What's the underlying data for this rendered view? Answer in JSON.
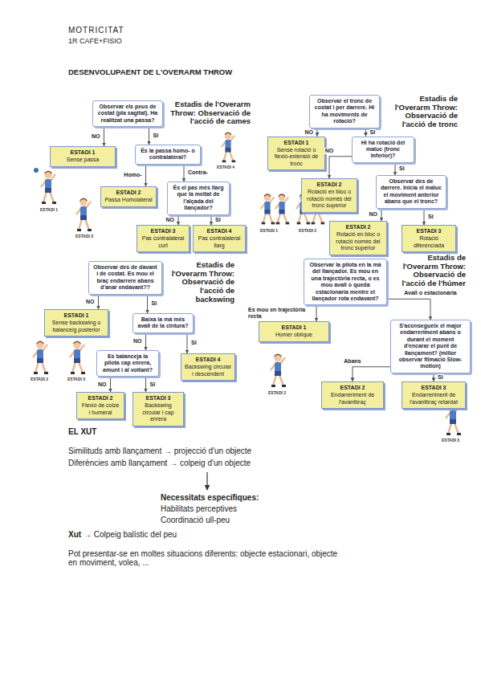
{
  "diagram": {
    "title": "DESENVOLUPAENT DE L'OVERARM THROW",
    "nodes": [
      {
        "text": [
          "Observar els peus de costat (pla sagital). Ha realitzat una passa?"
        ]
      },
      {
        "text": [
          "ESTADI 1",
          "Sense passa"
        ]
      },
      {
        "text": [
          "És la passa homo- o contralateral?"
        ]
      },
      {
        "text": [
          "ESTADI 2",
          "Passa Homolateral"
        ]
      },
      {
        "text": [
          "És el pas més llarg que la meitat de l'alçada del llançador?"
        ]
      },
      {
        "text": [
          "ESTADI 3",
          "Pas contralateral curt"
        ]
      },
      {
        "text": [
          "ESTADI 4",
          "Pas contralateral llarg"
        ]
      },
      {
        "text": [
          "Observar el tronc de costat i per darrere. Hi ha moviments de rotació?"
        ]
      },
      {
        "text": [
          "ESTADI 1",
          "Sense rotació o flexió-extensió de tronc"
        ]
      },
      {
        "text": [
          "Hi ha rotació del maluc (tronc inferior)?"
        ]
      },
      {
        "text": [
          "ESTADI 2",
          "Rotació en bloc o rotació només del tronc superior"
        ]
      },
      {
        "text": [
          "Observar des de darrere. Inicia el maluc el moviment anterior abans que el tronc?"
        ]
      },
      {
        "text": [
          "ESTADI 2",
          "Rotació en bloc o rotació només del tronc superior"
        ]
      },
      {
        "text": [
          "ESTADI 3",
          "Rotació diferenciada"
        ]
      },
      {
        "text": [
          "Observar des de davant i de costat. Es mou el braç endarrere abans d'anar endavant??"
        ]
      },
      {
        "text": [
          "ESTADI 1",
          "Sense backswing o balanceig posterior"
        ]
      },
      {
        "text": [
          "Baixa la mà més avall de la cintura?"
        ]
      },
      {
        "text": [
          "Es balanceja la pilota cap enrera, amunt i al voltant?"
        ]
      },
      {
        "text": [
          "ESTADI 4",
          "Backswing circular i descendent"
        ]
      },
      {
        "text": [
          "ESTADI 2",
          "Flexió de colze i humeral"
        ]
      },
      {
        "text": [
          "ESTADI 3",
          "Backswing circular i cap enrera"
        ]
      },
      {
        "text": [
          "Observar la pilota en la mà del llançador. Es mou en una trajectòria recta, o es mou avall o queda estacionaria mentre el llançador rota endavant?"
        ]
      },
      {
        "text": [
          "ESTADI 1",
          "Húmer oblíque"
        ]
      },
      {
        "text": [
          "S'aconsegueix el major endarreriment abans o durant el moment d'encarar el punt de llançament? (millor observar filmació Slow-motion)"
        ]
      },
      {
        "text": [
          "ESTADI 2",
          "Endarreriment de l'avantbraç"
        ]
      },
      {
        "text": [
          "ESTADI 3",
          "Endarreriment de l'avantbraç retardat"
        ]
      }
    ],
    "edges": [
      {
        "from": 0,
        "to": 1,
        "label": "NO",
        "arrow": "to"
      },
      {
        "from": 0,
        "to": 2,
        "label": "SI",
        "arrow": "to"
      },
      {
        "from": 2,
        "to": 3,
        "label": "Homo-",
        "arrow": "to"
      },
      {
        "from": 2,
        "to": 4,
        "label": "Contra-",
        "arrow": "to"
      },
      {
        "from": 4,
        "to": 5,
        "label": "NO",
        "arrow": "to"
      },
      {
        "from": 4,
        "to": 6,
        "label": "SI",
        "arrow": "to"
      },
      {
        "from": 7,
        "to": 8,
        "label": "NO",
        "arrow": "to"
      },
      {
        "from": 7,
        "to": 9,
        "label": "SI",
        "arrow": "to"
      },
      {
        "from": 9,
        "to": 10,
        "label": "NO",
        "arrow": "to"
      },
      {
        "from": 9,
        "to": 11,
        "label": "SI",
        "arrow": "to"
      },
      {
        "from": 11,
        "to": 12,
        "label": "NO",
        "arrow": "to"
      },
      {
        "from": 11,
        "to": 13,
        "label": "SI",
        "arrow": "to"
      },
      {
        "from": 14,
        "to": 15,
        "label": "NO",
        "arrow": "to"
      },
      {
        "from": 14,
        "to": 16,
        "label": "SI",
        "arrow": "to"
      },
      {
        "from": 16,
        "to": 17,
        "label": "NO",
        "arrow": "to"
      },
      {
        "from": 16,
        "to": 18,
        "label": "SI",
        "arrow": "to"
      },
      {
        "from": 17,
        "to": 19,
        "label": "NO",
        "arrow": "to"
      },
      {
        "from": 17,
        "to": 20,
        "label": "SI",
        "arrow": "to"
      },
      {
        "from": 21,
        "to": 22,
        "label": "Es mou en trajectòria recta",
        "arrow": "to"
      },
      {
        "from": 21,
        "to": 23,
        "label": "Avall o estacionària",
        "arrow": "to"
      },
      {
        "from": 23,
        "to": 24,
        "label": "Abans",
        "arrow": "to"
      },
      {
        "from": 23,
        "to": 25,
        "label": "SI",
        "arrow": "to"
      }
    ],
    "labels": [
      "MOTRICITAT",
      "1R CAFE+FISIO",
      "Estadis de l'Overarm Throw: Observació de l'acció de cames",
      "Estadis de l'Overarm Throw: Observació de l'acció de tronc",
      "Estadis de l'Overarm Throw: Observació de l'acció de backswing",
      "Estadis de l'Overarm Throw: Observació de l'acció de l'húmer",
      "ESTADI 1",
      "ESTADI 3",
      "ESTADI 4",
      "ESTADI 1",
      "ESTADI 2",
      "ESTADI 2",
      "ESTADI 3",
      "ESTADI 2",
      "ESTADI 3",
      "EL XUT",
      "Similituds amb llançament → projecció d'un objecte",
      "Diferències amb llançament → colpeig d'un objecte",
      "Necessitats específiques:",
      "Habilitats perceptives",
      "Coordinació ull-peu",
      "Xut",
      "→ Colpeig balístic del peu",
      "Pot presentar-se en moltes situacions diferents: objecte estacionari, objecte en moviment, volea, ..."
    ]
  }
}
